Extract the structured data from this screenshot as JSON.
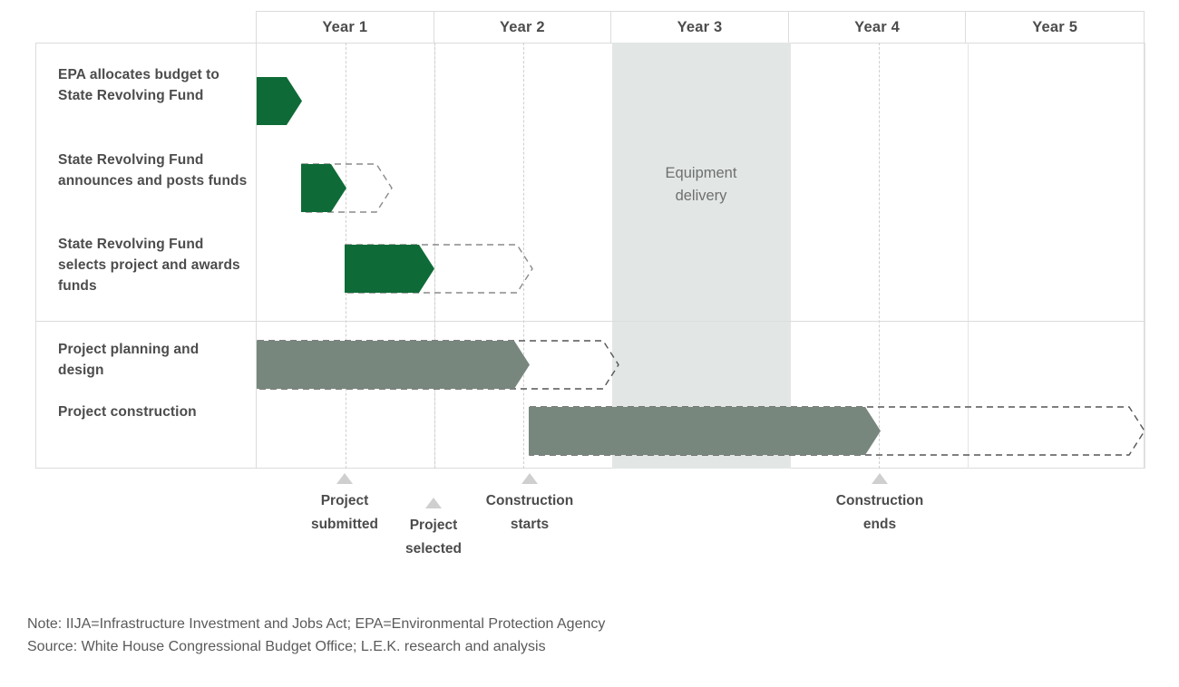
{
  "chart_data": {
    "type": "gantt",
    "title": "",
    "axis": {
      "categories": [
        "Year 1",
        "Year 2",
        "Year 3",
        "Year 4",
        "Year 5"
      ],
      "xlim": [
        0,
        5
      ],
      "unit": "year",
      "grid": true
    },
    "groups": [
      {
        "name": "Funding",
        "color": "#0e6b37",
        "tasks": [
          {
            "label": "EPA allocates budget to State Revolving Fund",
            "solid_start": 0.0,
            "solid_end": 0.25,
            "dashed_end": null
          },
          {
            "label": "State Revolving Fund announces and posts funds",
            "solid_start": 0.25,
            "solid_end": 0.5,
            "dashed_end": 0.75
          },
          {
            "label": "State Revolving Fund selects project and awards funds",
            "solid_start": 0.5,
            "solid_end": 1.0,
            "dashed_end": 1.55
          }
        ]
      },
      {
        "name": "Execution",
        "color": "#78877e",
        "tasks": [
          {
            "label": "Project planning and design",
            "solid_start": 0.0,
            "solid_end": 1.5,
            "dashed_end": 2.0
          },
          {
            "label": "Project construction",
            "solid_start": 1.5,
            "solid_end": 3.5,
            "dashed_end": 5.0
          }
        ]
      }
    ],
    "shaded_band": {
      "label_line1": "Equipment",
      "label_line2": "delivery",
      "start": 2.0,
      "end": 3.0,
      "color": "#e2e7e5"
    },
    "milestones": [
      {
        "label_line1": "Project",
        "label_line2": "submitted",
        "x": 0.5
      },
      {
        "label_line1": "Project",
        "label_line2": "selected",
        "x": 1.0
      },
      {
        "label_line1": "Construction",
        "label_line2": "starts",
        "x": 1.54
      },
      {
        "label_line1": "Construction",
        "label_line2": "ends",
        "x": 3.5
      }
    ]
  },
  "header": {
    "years": [
      {
        "label": "Year 1"
      },
      {
        "label": "Year 2"
      },
      {
        "label": "Year 3"
      },
      {
        "label": "Year 4"
      },
      {
        "label": "Year 5"
      }
    ]
  },
  "rows": [
    {
      "label": "EPA allocates budget to State Revolving Fund"
    },
    {
      "label": "State Revolving Fund announces and posts funds"
    },
    {
      "label": "State Revolving Fund selects project and awards funds"
    },
    {
      "label": "Project planning and design"
    },
    {
      "label": "Project construction"
    }
  ],
  "band": {
    "line1": "Equipment",
    "line2": "delivery"
  },
  "milestones": [
    {
      "line1": "Project",
      "line2": "submitted"
    },
    {
      "line1": "Project",
      "line2": "selected"
    },
    {
      "line1": "Construction",
      "line2": "starts"
    },
    {
      "line1": "Construction",
      "line2": "ends"
    }
  ],
  "footnotes": {
    "note": "Note: IIJA=Infrastructure Investment and Jobs Act; EPA=Environmental Protection Agency",
    "source": "Source: White House Congressional Budget Office; L.E.K. research and analysis"
  },
  "colors": {
    "green": "#0e6b37",
    "sage": "#78877e",
    "band": "#e2e7e5",
    "grid": "#dcdcdc",
    "dash": "#8a8a8a",
    "text": "#4c4c4c",
    "marker": "#cfcfcf"
  }
}
